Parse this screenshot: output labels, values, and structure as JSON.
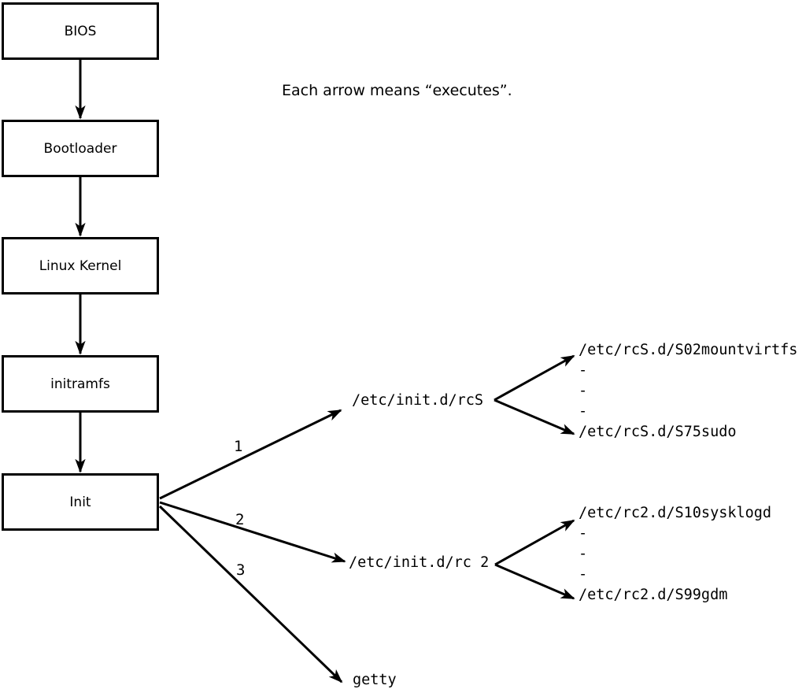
{
  "legend": {
    "text": "Each arrow means “executes”."
  },
  "boxes": [
    {
      "label": "BIOS"
    },
    {
      "label": "Bootloader"
    },
    {
      "label": "Linux Kernel"
    },
    {
      "label": "initramfs"
    },
    {
      "label": "Init"
    }
  ],
  "branches": [
    {
      "number": "1",
      "target": "/etc/init.d/rcS"
    },
    {
      "number": "2",
      "target": "/etc/init.d/rc 2"
    },
    {
      "number": "3",
      "target": "getty"
    }
  ],
  "fans": [
    {
      "lines": [
        "/etc/rcS.d/S02mountvirtfs",
        "-",
        "-",
        "-",
        "/etc/rcS.d/S75sudo"
      ]
    },
    {
      "lines": [
        "/etc/rc2.d/S10sysklogd",
        "-",
        "-",
        "-",
        "/etc/rc2.d/S99gdm"
      ]
    }
  ],
  "colors": {
    "ink": "#000000",
    "background": "#ffffff"
  }
}
